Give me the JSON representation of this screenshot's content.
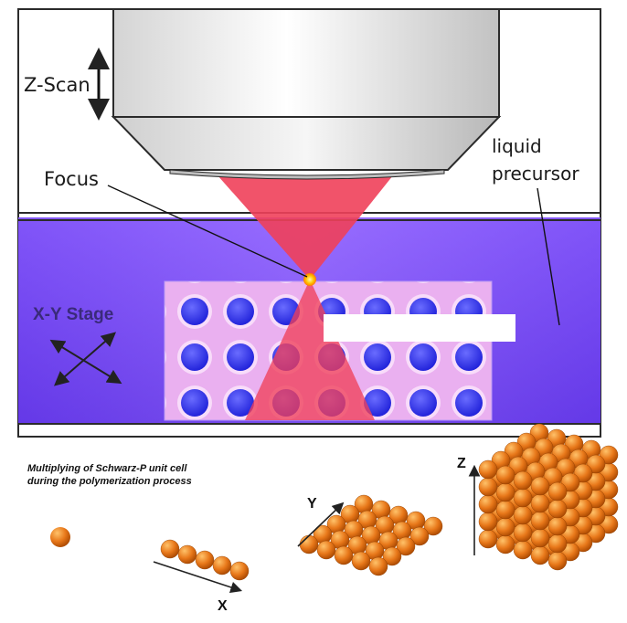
{
  "labels": {
    "z_scan": "Z-Scan",
    "focus": "Focus",
    "liquid": "liquid",
    "precursor": "precursor",
    "xy_stage": "X-Y Stage",
    "caption_line1": "Multiplying of Schwarz-P unit cell",
    "caption_line2": "during the polymerization process",
    "axis_x": "X",
    "axis_y": "Y",
    "axis_z": "Z"
  },
  "colors": {
    "frame": "#2b2b2b",
    "objective_light": "#f4f4f4",
    "objective_dark": "#b9b9b9",
    "beam": "#f2475f",
    "precursor_light": "#9b6cff",
    "precursor_dark": "#5a2fd8",
    "lattice_bg": "#e9a8f2",
    "lattice_hole": "#3b3cf0",
    "focus": "#ffc400",
    "sphere_light": "#ffb347",
    "sphere_dark": "#c75a00",
    "arrow": "#333333"
  }
}
